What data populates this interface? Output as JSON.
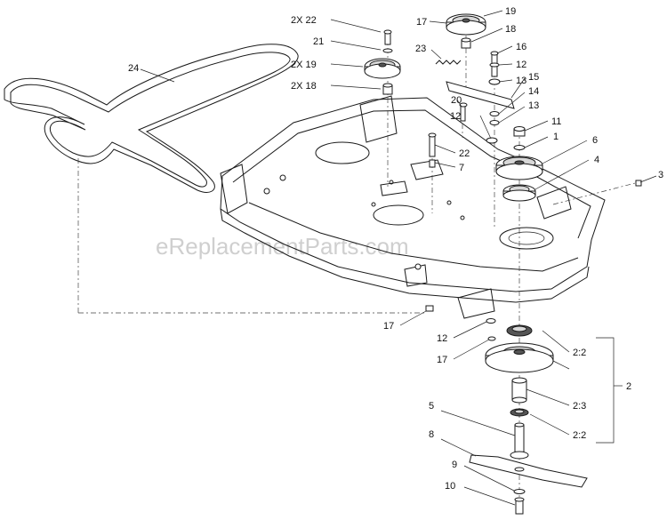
{
  "diagram": {
    "watermark": "eReplacementParts.com",
    "callouts": [
      {
        "id": "c-2x22",
        "text": "2X 22"
      },
      {
        "id": "c-21",
        "text": "21"
      },
      {
        "id": "c-2x19",
        "text": "2X 19"
      },
      {
        "id": "c-2x18",
        "text": "2X 18"
      },
      {
        "id": "c-17a",
        "text": "17"
      },
      {
        "id": "c-19",
        "text": "19"
      },
      {
        "id": "c-18",
        "text": "18"
      },
      {
        "id": "c-23",
        "text": "23"
      },
      {
        "id": "c-16",
        "text": "16"
      },
      {
        "id": "c-12a",
        "text": "12"
      },
      {
        "id": "c-20",
        "text": "20"
      },
      {
        "id": "c-13a",
        "text": "13"
      },
      {
        "id": "c-15",
        "text": "15"
      },
      {
        "id": "c-14",
        "text": "14"
      },
      {
        "id": "c-13b",
        "text": "13"
      },
      {
        "id": "c-12b",
        "text": "12"
      },
      {
        "id": "c-11",
        "text": "11"
      },
      {
        "id": "c-1",
        "text": "1"
      },
      {
        "id": "c-24",
        "text": "24"
      },
      {
        "id": "c-22",
        "text": "22"
      },
      {
        "id": "c-7",
        "text": "7"
      },
      {
        "id": "c-6",
        "text": "6"
      },
      {
        "id": "c-4",
        "text": "4"
      },
      {
        "id": "c-3",
        "text": "3"
      },
      {
        "id": "c-17b",
        "text": "17"
      },
      {
        "id": "c-12c",
        "text": "12"
      },
      {
        "id": "c-17c",
        "text": "17"
      },
      {
        "id": "c-2-2a",
        "text": "2:2"
      },
      {
        "id": "c-2",
        "text": "2"
      },
      {
        "id": "c-2-3",
        "text": "2:3"
      },
      {
        "id": "c-5",
        "text": "5"
      },
      {
        "id": "c-2-2b",
        "text": "2:2"
      },
      {
        "id": "c-8",
        "text": "8"
      },
      {
        "id": "c-9",
        "text": "9"
      },
      {
        "id": "c-10",
        "text": "10"
      }
    ]
  }
}
